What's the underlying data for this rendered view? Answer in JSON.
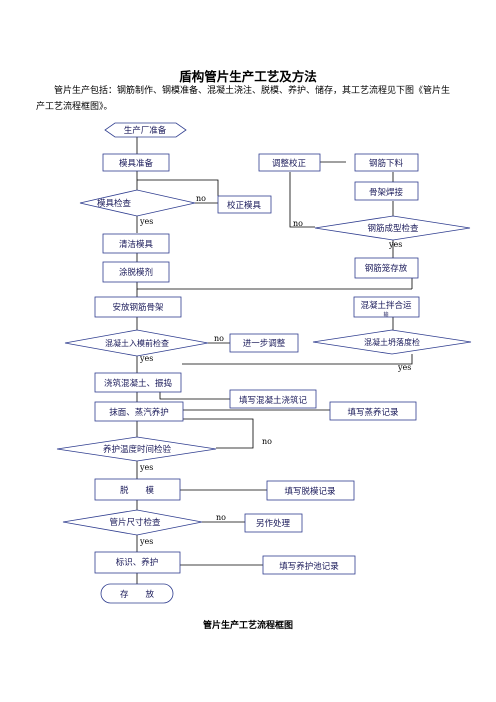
{
  "title": "盾构管片生产工艺及方法",
  "intro": "管片生产包括：钢筋制作、钢模准备、混凝土浇注、脱模、养护、储存，其工艺流程见下图《管片生产工艺流程框图》。",
  "caption": "管片生产工艺流程框图",
  "nodes": {
    "start": "生产厂准备",
    "mold_prep": "模具准备",
    "adjust": "调整校正",
    "rebar_cut": "钢筋下料",
    "mold_check": "模具检查",
    "mold_correct": "校正模具",
    "frame_weld": "骨架焊接",
    "rebar_check": "钢筋成型检查",
    "clean_mold": "清洁模具",
    "release_agent": "涂脱模剂",
    "cage_store": "钢筋笼存放",
    "install_cage": "安放钢筋骨架",
    "concrete_mix": "混凝土拌合运",
    "concrete_mix_sub": "输",
    "pre_pour_check": "混凝土入模前检查",
    "further_adjust": "进一步调整",
    "slump_check": "混凝土坍落度检",
    "pour": "浇筑混凝土、振捣",
    "pour_record": "填写混凝土浇筑记",
    "steam": "抹面、蒸汽养护",
    "steam_record": "填写蒸养记录",
    "temp_check": "养护温度时间检验",
    "demold": "脱　　模",
    "demold_record": "填写脱模记录",
    "size_check": "管片尺寸检查",
    "other": "另作处理",
    "mark": "标识、养护",
    "pool_record": "填写养护池记录",
    "store": "存　　放"
  },
  "labels": {
    "yes": "yes",
    "no": "no"
  }
}
